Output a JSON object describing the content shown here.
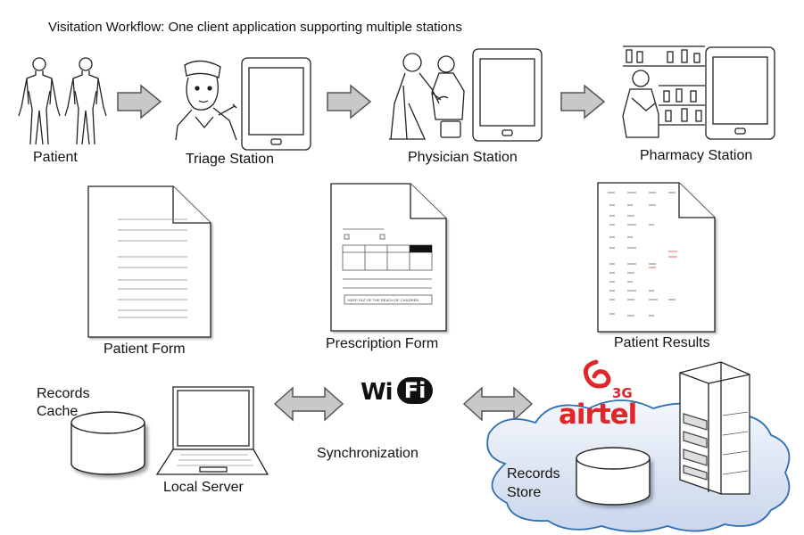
{
  "title": "Visitation Workflow: One client application supporting multiple stations",
  "stations": {
    "patient": "Patient",
    "triage": "Triage Station",
    "physician": "Physician Station",
    "pharmacy": "Pharmacy Station"
  },
  "forms": {
    "patient_form": "Patient Form",
    "prescription_form": "Prescription Form",
    "patient_results": "Patient Results"
  },
  "network": {
    "records_cache": "Records\nCache",
    "local_server": "Local Server",
    "synchronization": "Synchronization",
    "wifi_left": "Wi",
    "wifi_right": "Fi",
    "carrier": "airtel",
    "carrier_badge": "3G",
    "records_store": "Records\nStore"
  },
  "prescription_fine_print": "KEEP OUT OF THE REACH OF CHILDREN"
}
